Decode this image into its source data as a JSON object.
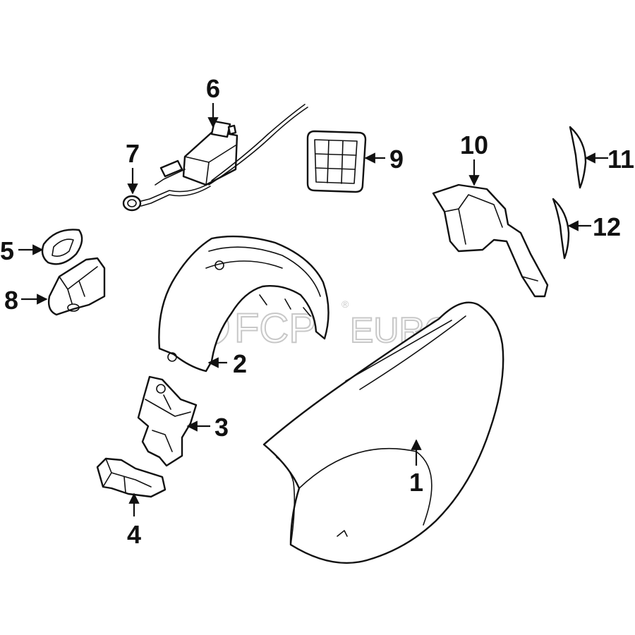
{
  "watermark": {
    "brand": "FCP",
    "suffix": "EURO",
    "reg": "®"
  },
  "callouts": [
    {
      "id": "1",
      "label": "1"
    },
    {
      "id": "2",
      "label": "2"
    },
    {
      "id": "3",
      "label": "3"
    },
    {
      "id": "4",
      "label": "4"
    },
    {
      "id": "5",
      "label": "5"
    },
    {
      "id": "6",
      "label": "6"
    },
    {
      "id": "7",
      "label": "7"
    },
    {
      "id": "8",
      "label": "8"
    },
    {
      "id": "9",
      "label": "9"
    },
    {
      "id": "10",
      "label": "10"
    },
    {
      "id": "11",
      "label": "11"
    },
    {
      "id": "12",
      "label": "12"
    }
  ]
}
